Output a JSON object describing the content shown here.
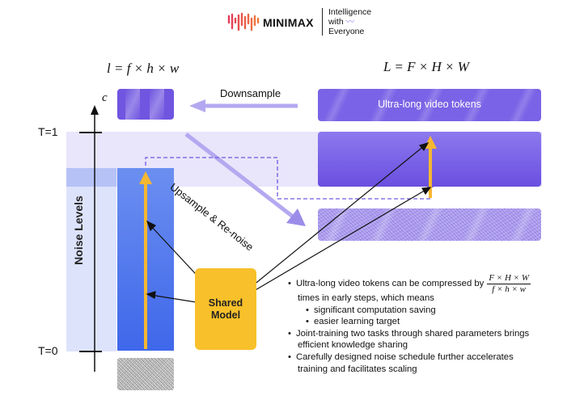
{
  "brand": {
    "name": "MINIMAX",
    "tagline_1": "Intelligence",
    "tagline_2": "with",
    "tagline_3": "Everyone"
  },
  "formulas": {
    "small": "l = f × h × w",
    "large": "L = F × H × W",
    "channel": "c"
  },
  "labels": {
    "downsample": "Downsample",
    "ultra_long_tokens": "Ultra-long video tokens",
    "upsample": "Upsample & Re-noise",
    "noise_levels": "Noise Levels",
    "t1": "T=1",
    "t0": "T=0",
    "shared_model_1": "Shared",
    "shared_model_2": "Model"
  },
  "bullets": {
    "b1_pre": "Ultra-long video tokens can be compressed by",
    "b1_num": "F × H × W",
    "b1_den": "f × h × w",
    "b1_post": "times in early steps, which means",
    "s1": "significant computation saving",
    "s2": "easier learning target",
    "b2a": "Joint-training two tasks through shared parameters brings",
    "b2b": "efficient knowledge sharing",
    "b3a": "Carefully designed noise schedule further accelerates",
    "b3b": "training and facilitates scaling"
  },
  "colors": {
    "accent_purple": "#7a63e6",
    "band_lavender": "#e9e5fb",
    "blue_column": "#3f67ea",
    "arrow_yellow": "#f6b731"
  }
}
